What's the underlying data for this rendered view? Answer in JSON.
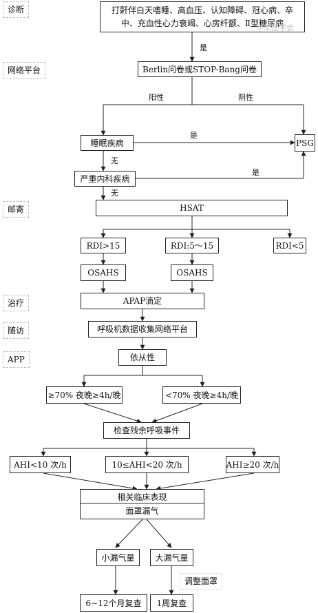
{
  "stages": {
    "diagnosis": "诊断",
    "network_platform": "网络平台",
    "mail": "邮寄",
    "treatment": "治疗",
    "follow_up": "随访",
    "app": "APP"
  },
  "nodes": {
    "snoring_text": "打鼾伴白天嗜睡、高血压、认知障碍、冠心病、卒中、充血性心力衰竭、心房纤颤、Ⅱ型糖尿病",
    "questionnaire": "Berlin问卷或STOP-Bang问卷",
    "sleep_disorder": "睡眠疾病",
    "psg": "PSG",
    "severe_medical": "严重内科疾病",
    "hsat": "HSAT",
    "rdi_gt15": "RDI>15",
    "rdi_5_15": "RDI:5～15",
    "rdi_lt5": "RDI<5",
    "osahs_1": "OSAHS",
    "osahs_2": "OSAHS",
    "apap": "APAP滴定",
    "ventilator_platform": "呼吸机数据收集网络平台",
    "adherence": "依从性",
    "adherent": "≥70% 夜晚≥4h/晚",
    "non_adherent": "<70% 夜晚≥4h/晚",
    "check_residual": "检查残余呼吸事件",
    "ahi_lt10": "AHI<10 次/h",
    "ahi_10_20": "10≤AHI<20 次/h",
    "ahi_ge20": "AHI≥20 次/h",
    "clinical": "相关临床表现",
    "mask_leak": "面罩漏气",
    "small_leak": "小漏气量",
    "large_leak": "大漏气量",
    "adjust_mask": "调整面罩",
    "recheck_6_12": "6~12个月复查",
    "recheck_1w": "1周复查"
  },
  "edge_labels": {
    "yes_top": "是",
    "positive": "阳性",
    "negative": "阴性",
    "yes_sleep": "是",
    "no_sleep": "无",
    "yes_severe": "是",
    "no_severe": "无"
  },
  "watermark": "中华医学会"
}
